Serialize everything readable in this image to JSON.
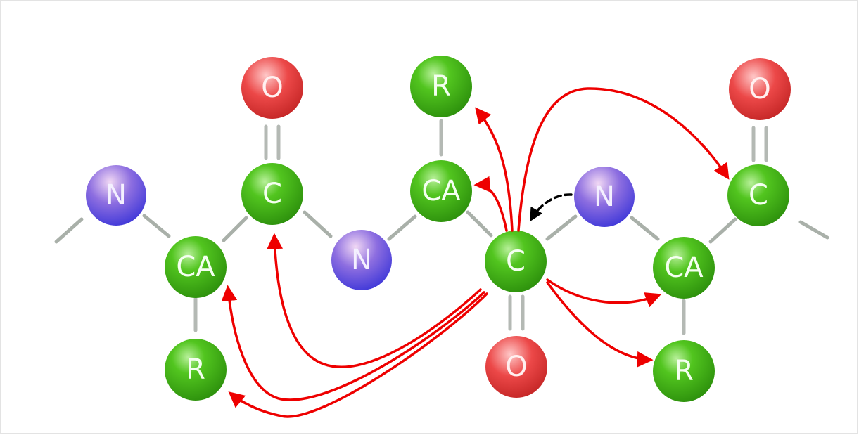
{
  "atoms": [
    {
      "id": "n1",
      "label": "N",
      "element": "nitrogen"
    },
    {
      "id": "ca1",
      "label": "CA",
      "element": "carbon"
    },
    {
      "id": "r1",
      "label": "R",
      "element": "carbon"
    },
    {
      "id": "c1",
      "label": "C",
      "element": "carbon"
    },
    {
      "id": "o1",
      "label": "O",
      "element": "oxygen"
    },
    {
      "id": "n2",
      "label": "N",
      "element": "nitrogen"
    },
    {
      "id": "ca2",
      "label": "CA",
      "element": "carbon"
    },
    {
      "id": "r2",
      "label": "R",
      "element": "carbon"
    },
    {
      "id": "c2",
      "label": "C",
      "element": "carbon"
    },
    {
      "id": "o2",
      "label": "O",
      "element": "oxygen"
    },
    {
      "id": "n3",
      "label": "N",
      "element": "nitrogen"
    },
    {
      "id": "ca3",
      "label": "CA",
      "element": "carbon"
    },
    {
      "id": "r3",
      "label": "R",
      "element": "carbon"
    },
    {
      "id": "c3",
      "label": "C",
      "element": "carbon"
    },
    {
      "id": "o3",
      "label": "O",
      "element": "oxygen"
    }
  ],
  "colors": {
    "carbon": "#3fb51a",
    "nitrogen": "#6a55d8",
    "oxygen": "#e03a3a",
    "arrow_solid": "#ee0000",
    "arrow_dashed": "#000000"
  },
  "arrows": [
    {
      "from": "c2",
      "to": "r2",
      "style": "solid"
    },
    {
      "from": "c2",
      "to": "ca2",
      "style": "solid"
    },
    {
      "from": "c2",
      "to": "c3",
      "style": "solid"
    },
    {
      "from": "c2",
      "to": "ca3",
      "style": "solid"
    },
    {
      "from": "c2",
      "to": "r3",
      "style": "solid"
    },
    {
      "from": "c2",
      "to": "c1",
      "style": "solid"
    },
    {
      "from": "c2",
      "to": "ca1",
      "style": "solid"
    },
    {
      "from": "c2",
      "to": "r1",
      "style": "solid"
    },
    {
      "from": "n3",
      "to": "c2",
      "style": "dashed"
    }
  ]
}
